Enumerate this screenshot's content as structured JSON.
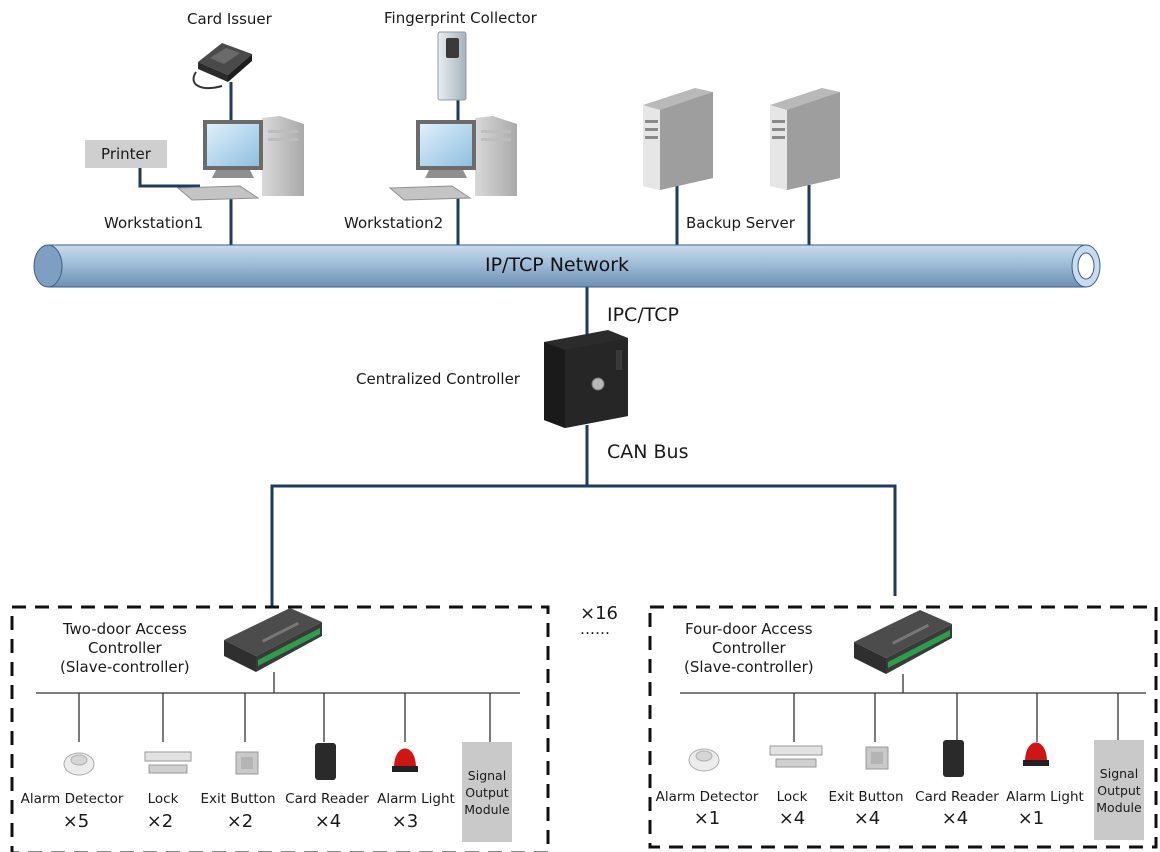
{
  "top": {
    "card_issuer": "Card Issuer",
    "fingerprint_collector": "Fingerprint Collector",
    "printer": "Printer",
    "workstation1": "Workstation1",
    "workstation2": "Workstation2",
    "backup_server": "Backup Server"
  },
  "network": {
    "label": "IP/TCP Network",
    "ipc_label": "IPC/TCP",
    "controller_label": "Centralized Controller",
    "can_label": "CAN Bus"
  },
  "multiplier": {
    "count": "×16",
    "dots": "……"
  },
  "left_group": {
    "title": "Two-door Access\nController\n(Slave-controller)",
    "devices": [
      {
        "name": "Alarm Detector",
        "count": "×5",
        "icon": "smoke-detector"
      },
      {
        "name": "Lock",
        "count": "×2",
        "icon": "magnetic-lock"
      },
      {
        "name": "Exit Button",
        "count": "×2",
        "icon": "exit-button"
      },
      {
        "name": "Card Reader",
        "count": "×4",
        "icon": "card-reader"
      },
      {
        "name": "Alarm Light",
        "count": "×3",
        "icon": "alarm-light"
      }
    ],
    "signal_module": "Signal\nOutput\nModule"
  },
  "right_group": {
    "title": "Four-door Access\nController\n(Slave-controller)",
    "devices": [
      {
        "name": "Alarm Detector",
        "count": "×1",
        "icon": "smoke-detector"
      },
      {
        "name": "Lock",
        "count": "×4",
        "icon": "magnetic-lock"
      },
      {
        "name": "Exit Button",
        "count": "×4",
        "icon": "exit-button"
      },
      {
        "name": "Card Reader",
        "count": "×4",
        "icon": "card-reader"
      },
      {
        "name": "Alarm Light",
        "count": "×1",
        "icon": "alarm-light"
      }
    ],
    "signal_module": "Signal\nOutput\nModule"
  },
  "colors": {
    "line": "#1f3b5c",
    "network_fill": "#9dbbd9",
    "device_gray": "#c8c8c8"
  }
}
